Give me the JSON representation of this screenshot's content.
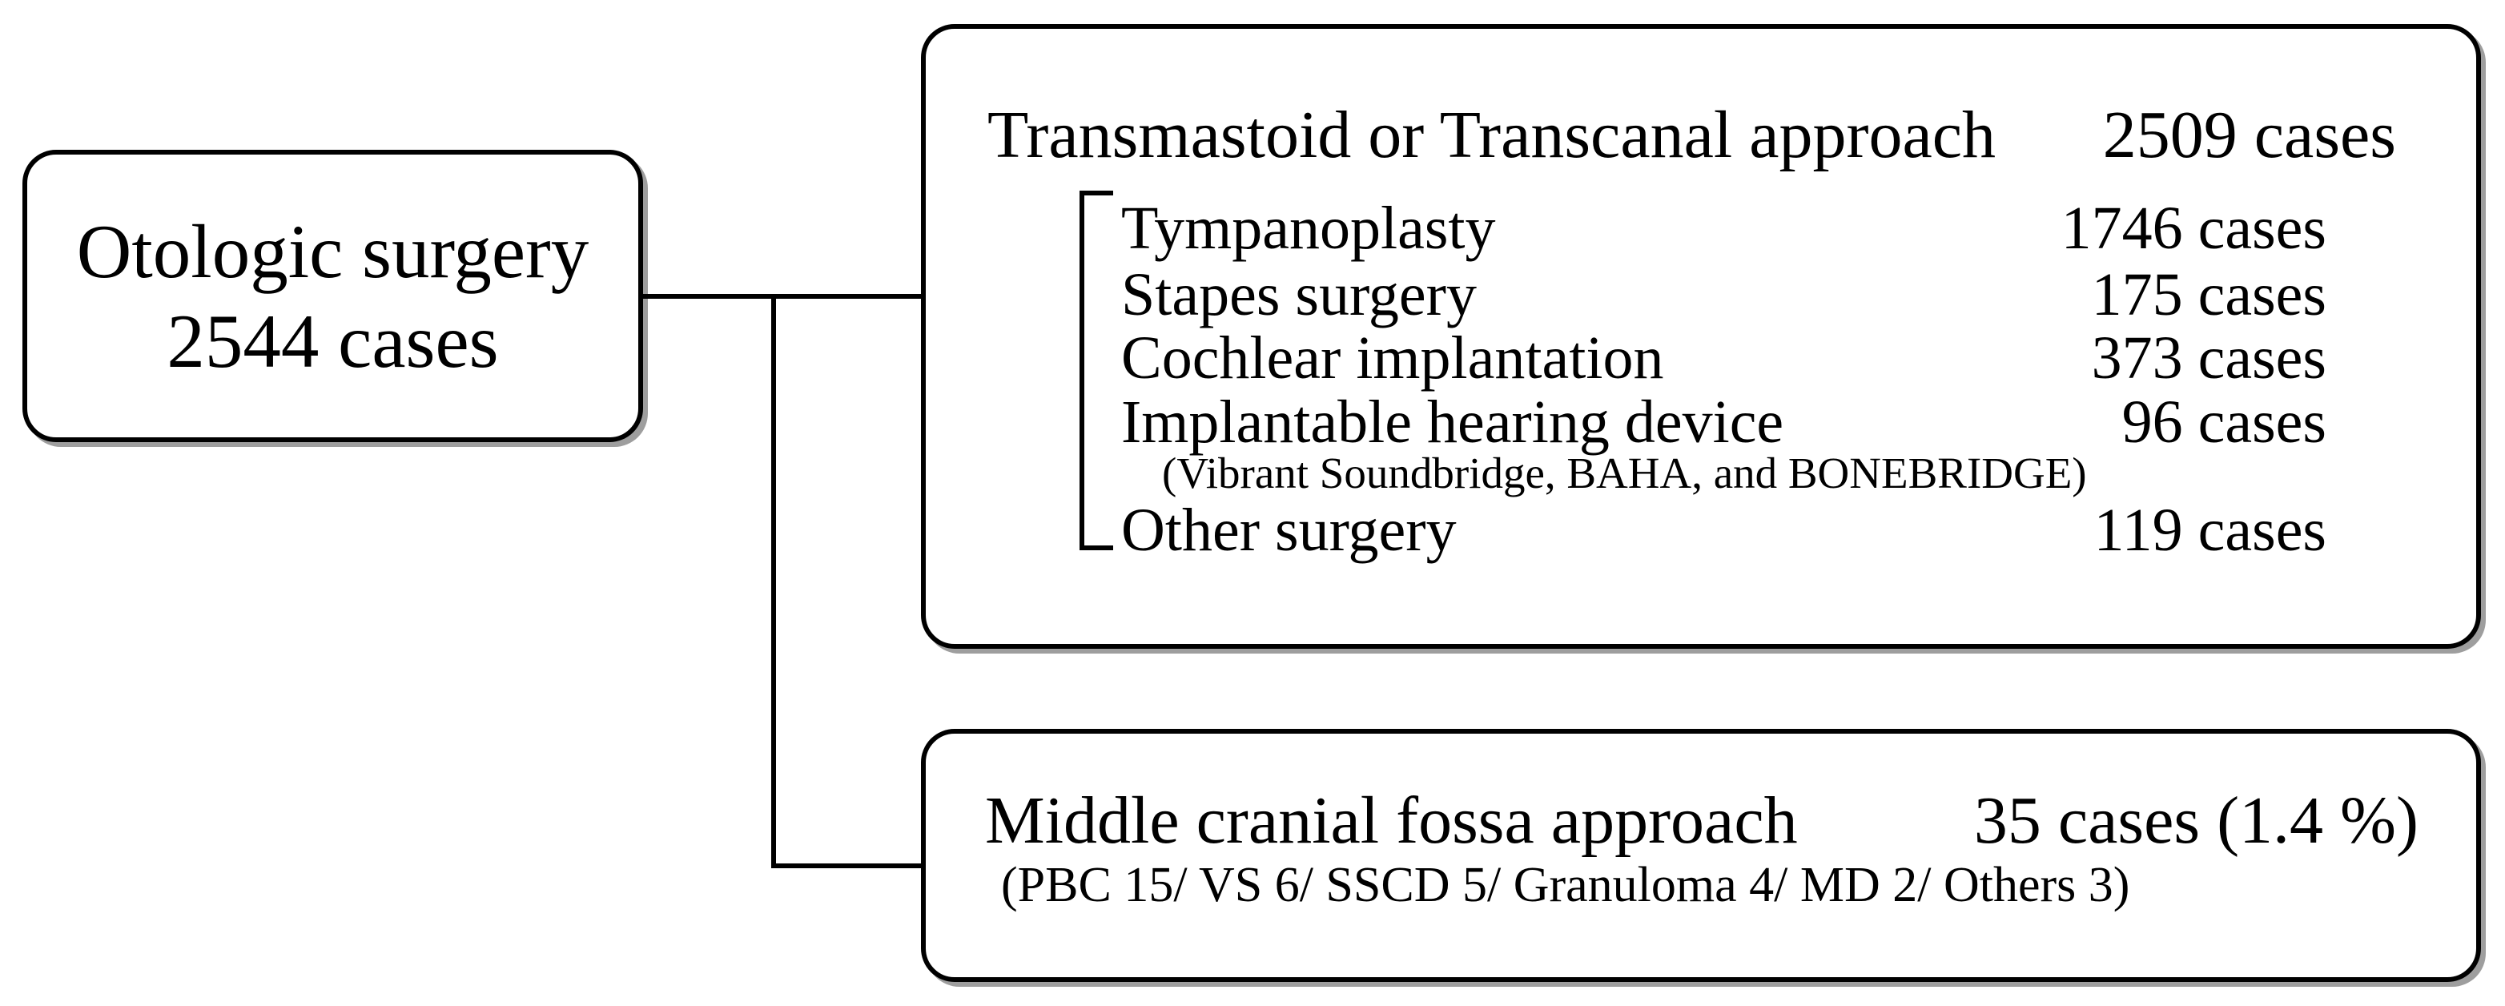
{
  "palette": {
    "ink": "#000000",
    "paper": "#ffffff"
  },
  "root_box": {
    "line1": "Otologic surgery",
    "line2": "2544 cases"
  },
  "transmastoid_box": {
    "title": "Transmastoid or Transcanal approach",
    "total": "2509 cases",
    "items": [
      {
        "label": "Tympanoplasty",
        "value": "1746 cases"
      },
      {
        "label": "Stapes surgery",
        "value": "175 cases"
      },
      {
        "label": "Cochlear implantation",
        "value": "373 cases"
      },
      {
        "label": "Implantable hearing device",
        "value": "96 cases"
      },
      {
        "label": "Other surgery",
        "value": "119 cases"
      }
    ],
    "device_note": "(Vibrant Soundbridge, BAHA, and BONEBRIDGE)"
  },
  "mcf_box": {
    "title": "Middle cranial fossa approach",
    "total": "35 cases (1.4 %)",
    "note": "(PBC 15/ VS 6/ SSCD 5/ Granuloma 4/ MD 2/ Others 3)"
  }
}
